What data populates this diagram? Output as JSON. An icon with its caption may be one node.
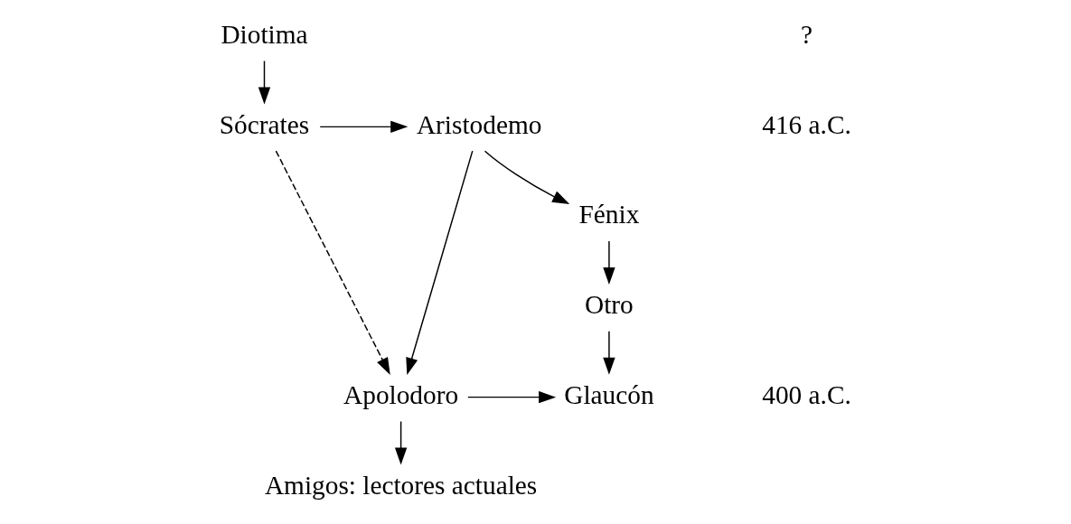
{
  "diagram": {
    "nodes": [
      {
        "text": [
          "Diotima"
        ]
      },
      {
        "text": [
          "Aristodemo"
        ]
      },
      {
        "text": [
          "Sócrates"
        ]
      },
      {
        "text": [
          "Fénix"
        ]
      },
      {
        "text": [
          "Otro"
        ]
      },
      {
        "text": [
          "Glaucón"
        ]
      },
      {
        "text": [
          "Apolodoro"
        ]
      },
      {
        "text": [
          "Amigos: lectores actuales"
        ]
      }
    ],
    "edges": [
      {
        "from": 0,
        "to": 2,
        "arrow": "to"
      },
      {
        "from": 2,
        "to": 1,
        "arrow": "to"
      },
      {
        "from": 1,
        "to": 3,
        "arrow": "to"
      },
      {
        "from": 3,
        "to": 4,
        "arrow": "to"
      },
      {
        "from": 4,
        "to": 5,
        "arrow": "to"
      },
      {
        "from": 1,
        "to": 6,
        "arrow": "to"
      },
      {
        "from": 2,
        "to": 6,
        "arrow": "to",
        "style": "dashed"
      },
      {
        "from": 6,
        "to": 5,
        "arrow": "to"
      },
      {
        "from": 6,
        "to": 7,
        "arrow": "to"
      }
    ],
    "labels": [
      "?",
      "416 a.C.",
      "400 a.C."
    ]
  }
}
